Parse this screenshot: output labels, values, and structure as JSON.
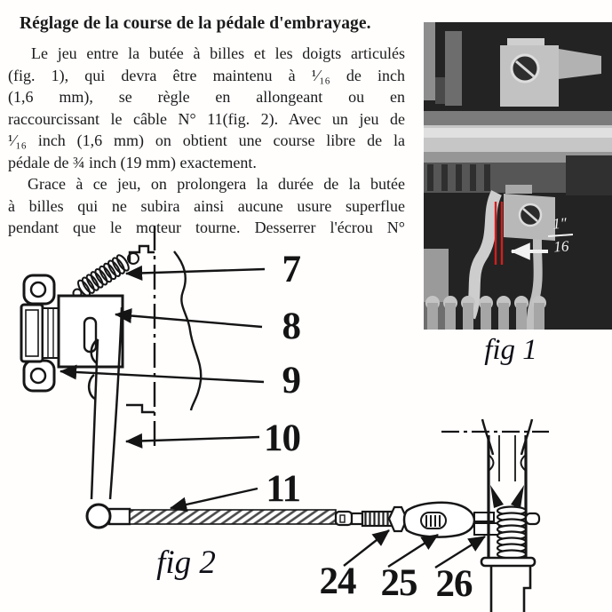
{
  "document": {
    "heading": "Réglage de la course de la pédale d'embrayage.",
    "para1_lines": [
      "Le jeu entre la butée à billes et les doigts articulés",
      "(fig. 1), qui devra être maintenu à ¹⁄₁₆ de inch",
      "(1,6 mm), se règle en allongeant ou en",
      "raccourcissant le câble N° 11(fig. 2). Avec un jeu de",
      "¹⁄₁₆ inch (1,6 mm) on obtient une course libre de la",
      "pédale de ¾ inch (19 mm) exactement."
    ],
    "para2_lines": [
      "Grace à ce jeu, on prolongera la durée de la butée",
      "à billes qui ne subira ainsi aucune usure superflue",
      "pendant que le moteur tourne. Desserrer l'écrou N°"
    ]
  },
  "fig1": {
    "caption": "fig 1",
    "gap_label_numerator": "1″",
    "gap_label_denominator": "16",
    "gap_line_color": "#cf1f1f"
  },
  "fig2": {
    "caption": "fig 2",
    "callouts": {
      "c7": "7",
      "c8": "8",
      "c9": "9",
      "c10": "10",
      "c11": "11",
      "c24": "24",
      "c25": "25",
      "c26": "26"
    }
  }
}
